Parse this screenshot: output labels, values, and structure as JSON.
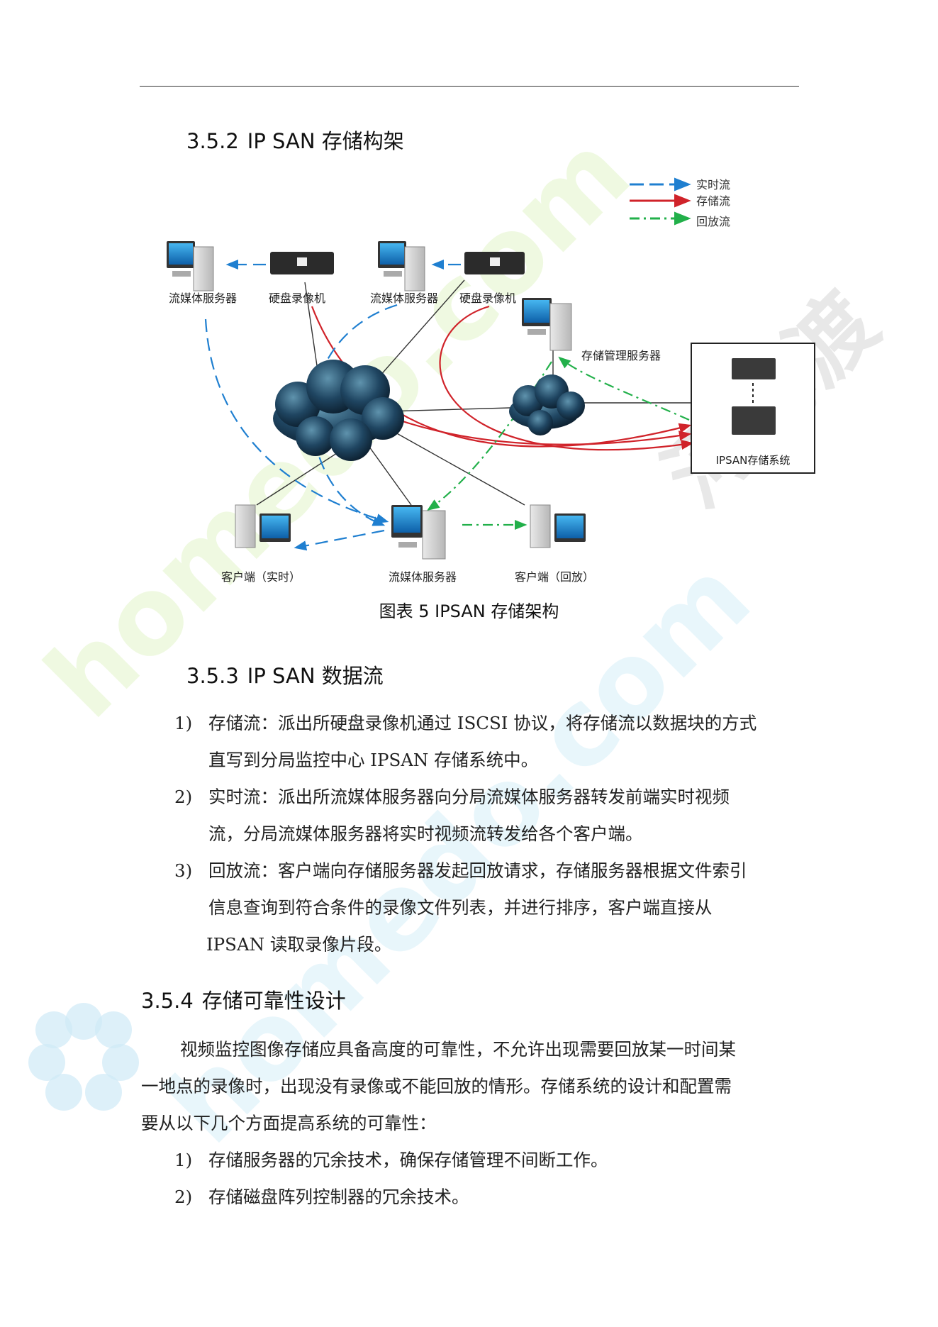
{
  "sections": {
    "s352": {
      "num": "3.5.2",
      "title": "IP SAN 存储构架"
    },
    "s353": {
      "num": "3.5.3",
      "title": "IP SAN  数据流"
    },
    "s354": {
      "num": "3.5.4",
      "title": "存储可靠性设计"
    }
  },
  "diagram": {
    "legend": [
      {
        "label": "实时流",
        "color": "#1f7fd0"
      },
      {
        "label": "存储流",
        "color": "#d0232a"
      },
      {
        "label": "回放流",
        "color": "#22b04a"
      }
    ],
    "labels": {
      "stream_server_1": "流媒体服务器",
      "dvr_1": "硬盘录像机",
      "stream_server_2": "流媒体服务器",
      "dvr_2": "硬盘录像机",
      "storage_mgmt_server": "存储管理服务器",
      "ipsan_system": "IPSAN存储系统",
      "client_realtime": "客户端（实时）",
      "stream_server_3": "流媒体服务器",
      "client_playback": "客户端（回放）"
    },
    "caption": "图表 5 IPSAN 存储架构"
  },
  "dataflow": [
    {
      "n": "1)",
      "lines": [
        "存储流：派出所硬盘录像机通过 ISCSI 协议，将存储流以数据块的方式",
        "直写到分局监控中心 IPSAN 存储系统中。"
      ]
    },
    {
      "n": "2)",
      "lines": [
        "实时流：派出所流媒体服务器向分局流媒体服务器转发前端实时视频",
        "流，分局流媒体服务器将实时视频流转发给各个客户端。"
      ]
    },
    {
      "n": "3)",
      "lines": [
        "回放流：客户端向存储服务器发起回放请求，存储服务器根据文件索引",
        "信息查询到符合条件的录像文件列表，并进行排序，客户端直接从",
        "IPSAN 读取录像片段。"
      ]
    }
  ],
  "reliability": {
    "paragraph": [
      "视频监控图像存储应具备高度的可靠性，不允许出现需要回放某一时间某",
      "一地点的录像时，出现没有录像或不能回放的情形。存储系统的设计和配置需",
      "要从以下几个方面提高系统的可靠性："
    ],
    "items": [
      {
        "n": "1)",
        "text": "存储服务器的冗余技术，确保存储管理不间断工作。"
      },
      {
        "n": "2)",
        "text": "存储磁盘阵列控制器的冗余技术。"
      }
    ]
  },
  "watermarks": [
    "homedo.com",
    "homedo.com",
    "河姆渡"
  ]
}
